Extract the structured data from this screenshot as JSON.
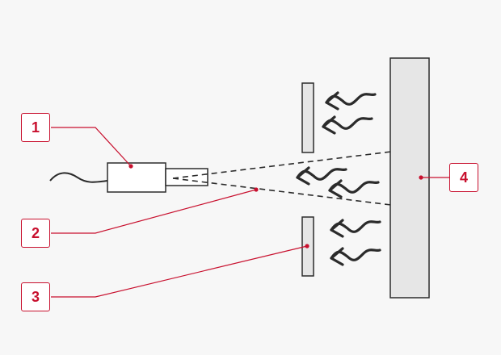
{
  "colors": {
    "background": "#f7f7f7",
    "accent": "#c8102e",
    "outline": "#2b2b2b",
    "panel_fill": "#e6e6e6"
  },
  "callouts": [
    {
      "label": "1",
      "target": "sensor"
    },
    {
      "label": "2",
      "target": "field-of-view"
    },
    {
      "label": "3",
      "target": "shield"
    },
    {
      "label": "4",
      "target": "heat-source"
    }
  ],
  "icons": [
    "heat-wave-arrow-icon"
  ]
}
